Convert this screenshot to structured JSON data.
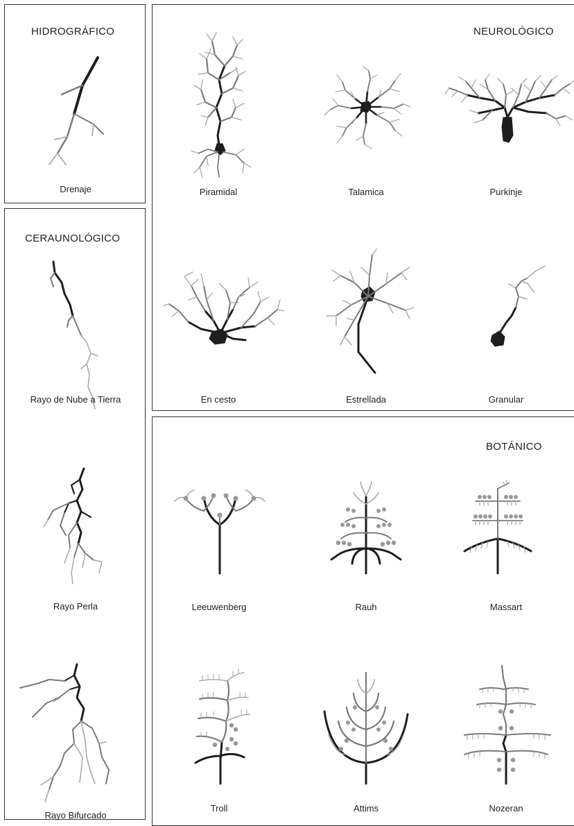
{
  "hidro": {
    "title": "HIDROGRÁFICO",
    "items": [
      {
        "label": "Drenaje",
        "icon": "drainage-pattern-icon"
      }
    ]
  },
  "cerau": {
    "title": "CERAUNOLÓGICO",
    "items": [
      {
        "label": "Rayo de Nube a Tierra",
        "icon": "cloud-to-ground-lightning-icon"
      },
      {
        "label": "Rayo Perla",
        "icon": "bead-lightning-icon"
      },
      {
        "label": "Rayo Bifurcado",
        "icon": "forked-lightning-icon"
      }
    ]
  },
  "neuro": {
    "title": "NEUROLÓGICO",
    "items": [
      {
        "label": "Piramidal",
        "icon": "pyramidal-neuron-icon"
      },
      {
        "label": "Talamica",
        "icon": "thalamic-neuron-icon"
      },
      {
        "label": "Purkinje",
        "icon": "purkinje-neuron-icon"
      },
      {
        "label": "En cesto",
        "icon": "basket-neuron-icon"
      },
      {
        "label": "Estrellada",
        "icon": "stellate-neuron-icon"
      },
      {
        "label": "Granular",
        "icon": "granule-neuron-icon"
      }
    ]
  },
  "bota": {
    "title": "BOTÁNICO",
    "items": [
      {
        "label": "Leeuwenberg",
        "icon": "leeuwenberg-tree-icon"
      },
      {
        "label": "Rauh",
        "icon": "rauh-tree-icon"
      },
      {
        "label": "Massart",
        "icon": "massart-tree-icon"
      },
      {
        "label": "Troll",
        "icon": "troll-tree-icon"
      },
      {
        "label": "Attims",
        "icon": "attims-tree-icon"
      },
      {
        "label": "Nozeran",
        "icon": "nozeran-tree-icon"
      }
    ]
  },
  "colors": {
    "dark": "#1e1e1e",
    "mid": "#7a7a7a",
    "light": "#a8a8a8",
    "border": "#333333"
  }
}
